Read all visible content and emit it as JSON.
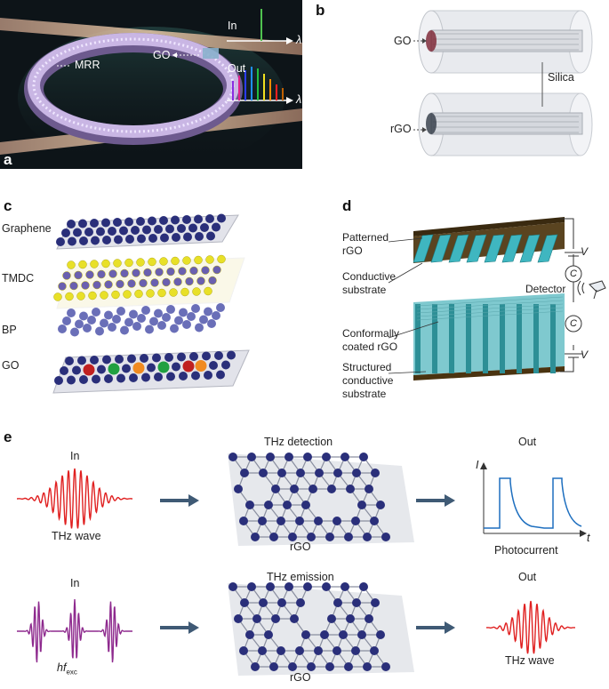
{
  "panel_a": {
    "label": "a",
    "mrr_label": "MRR",
    "go_label": "GO",
    "in_label": "In",
    "out_label": "Out",
    "lambda_in": "λ",
    "lambda_out": "λ",
    "colors": {
      "bg": "#0d1418",
      "ring": "#c9b6e4",
      "in_line": "#4fc24f"
    },
    "out_line_colors": [
      "#8b2be2",
      "#e0208a",
      "#2b3cff",
      "#1e90ff",
      "#20c040",
      "#f0e020",
      "#ff8c00",
      "#ff2020",
      "#c06000"
    ]
  },
  "panel_b": {
    "label": "b",
    "go_label": "GO",
    "rgo_label": "rGO",
    "silica_label": "Silica"
  },
  "panel_c": {
    "label": "c",
    "layers": [
      "Graphene",
      "TMDC",
      "BP",
      "GO"
    ]
  },
  "panel_d": {
    "label": "d",
    "patterned_rgo": [
      "Patterned",
      "rGO"
    ],
    "conductive_substrate": [
      "Conductive",
      "substrate"
    ],
    "conformally_coated": [
      "Conformally",
      "coated rGO"
    ],
    "structured_substrate": [
      "Structured",
      "conductive",
      "substrate"
    ],
    "detector": "Detector",
    "v_top": "V",
    "v_bottom": "V",
    "c_top": "C",
    "c_bottom": "C"
  },
  "panel_e": {
    "label": "e",
    "row1": {
      "in": "In",
      "source": "THz wave",
      "center_title": "THz detection",
      "center_sub": "rGO",
      "out": "Out",
      "out_caption": "Photocurrent",
      "axis_y": "I",
      "axis_x": "t"
    },
    "row2": {
      "in": "In",
      "source_main": "hf",
      "source_sub": "exc",
      "center_title": "THz emission",
      "center_sub": "rGO",
      "out": "Out",
      "out_caption": "THz wave"
    },
    "colors": {
      "thz_wave": "#e02020",
      "pulse": "#8e2a8e",
      "photocurrent": "#1e6fbf",
      "arrow": "#3f5a75"
    }
  }
}
